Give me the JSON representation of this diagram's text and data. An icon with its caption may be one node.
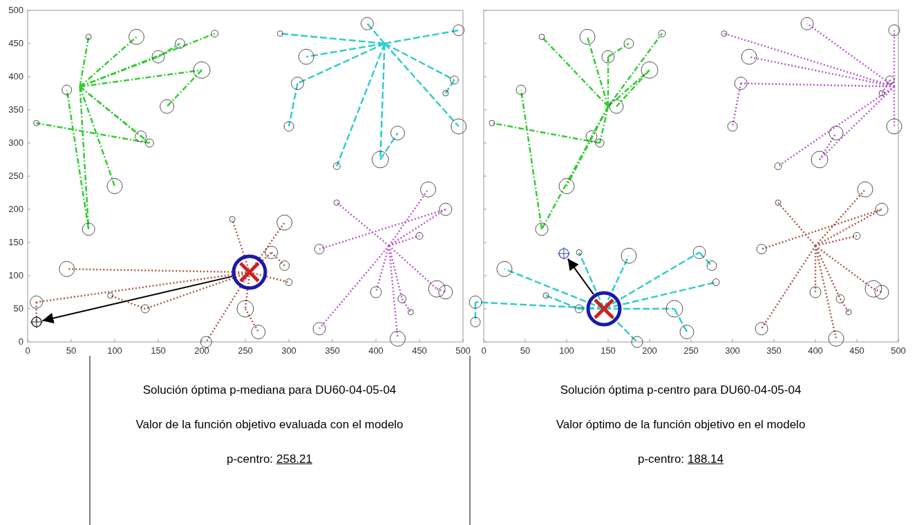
{
  "diagram": {
    "nodes": [
      {
        "text": [],
        "shape": "circle"
      },
      {
        "text": [],
        "shape": "circle"
      },
      {
        "text": [],
        "shape": "circle"
      },
      {
        "text": [],
        "shape": "circle"
      }
    ],
    "edges": [
      {
        "from": 0,
        "to": 1,
        "arrow": "to"
      },
      {
        "from": 2,
        "to": 3,
        "arrow": "to"
      }
    ],
    "labels": [
      "500",
      "450",
      "400",
      "350",
      "300",
      "250",
      "200",
      "150",
      "100",
      "50",
      "0",
      "0",
      "50",
      "100",
      "150",
      "200",
      "250",
      "300",
      "350",
      "400",
      "450",
      "500",
      "0",
      "50",
      "100",
      "150",
      "200",
      "250",
      "300",
      "350",
      "400",
      "450",
      "500",
      "Solución óptima p-mediana para DU60-04-05-04",
      "Solución óptima p-centro para DU60-04-05-04",
      "Valor de la función objetivo evaluada con el modelo",
      "Valor óptimo de la función objetivo en el modelo",
      "p-centro:",
      "258.21",
      "p-centro:",
      "188.14"
    ]
  }
}
